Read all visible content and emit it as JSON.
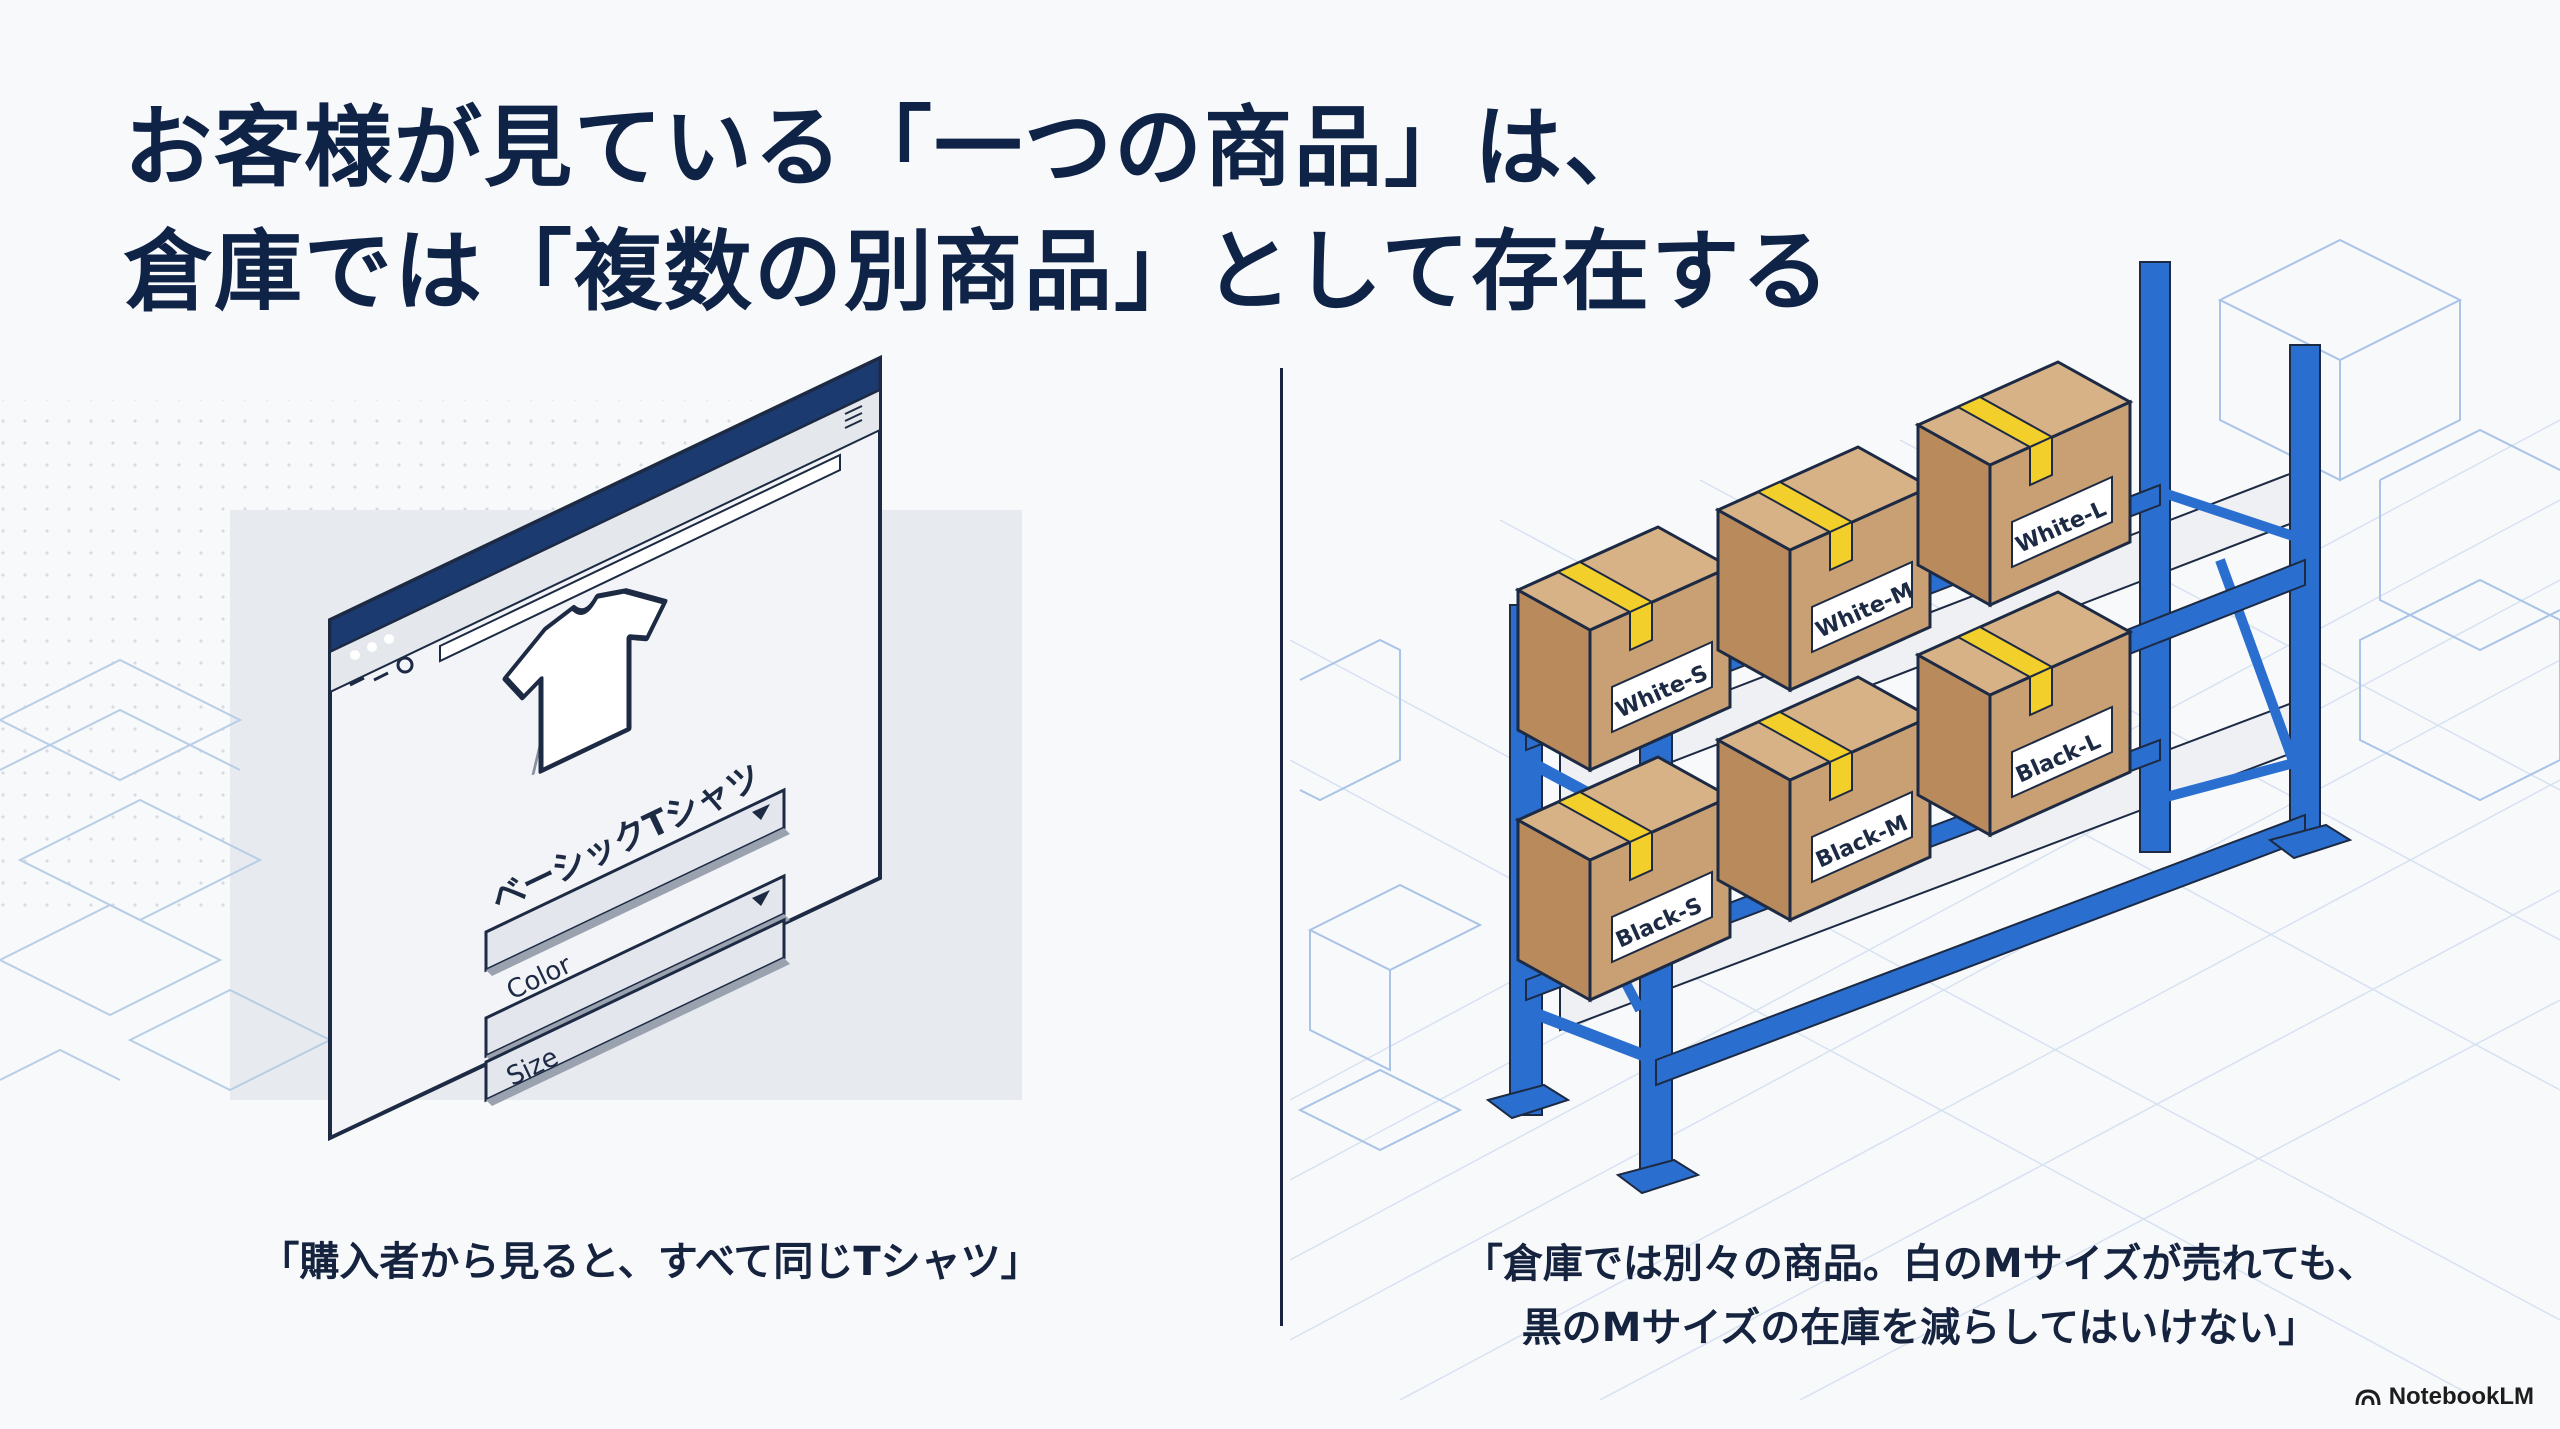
{
  "title": {
    "line1": "お客様が見ている「一つの商品」は、",
    "line2": "倉庫では「複数の別商品」として存在する"
  },
  "storefront": {
    "product_name": "ベーシックTシャツ",
    "color_select": "Color",
    "size_select": "Size",
    "caption": "「購入者から見ると、すべて同じTシャツ」"
  },
  "warehouse": {
    "boxes": [
      "White-S",
      "White-M",
      "White-L",
      "Black-S",
      "Black-M",
      "Black-L"
    ],
    "caption_line1": "「倉庫では別々の商品。白のMサイズが売れても、",
    "caption_line2": "黒のMサイズの在庫を減らしてはいけない」"
  },
  "brand": "NotebookLM",
  "colors": {
    "navy": "#0f2347",
    "rack_blue": "#2a6fd0",
    "box_brown": "#c9a073",
    "tape_yellow": "#f2cf2a"
  }
}
